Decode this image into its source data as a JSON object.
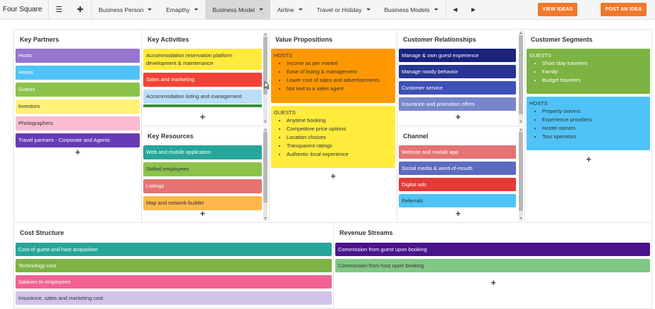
{
  "toolbar": {
    "brand": "Four Square",
    "menus": [
      {
        "label": "Business Person",
        "active": false
      },
      {
        "label": "Emapthy",
        "active": false
      },
      {
        "label": "Business Model",
        "active": true
      },
      {
        "label": "Airline",
        "active": false
      },
      {
        "label": "Travel or Holiday",
        "active": false
      },
      {
        "label": "Business Models",
        "active": false
      }
    ],
    "view_ideas": "VIEW IDEAS",
    "post_idea": "POST AN IDEA"
  },
  "key_partners": {
    "title": "Key Partners",
    "cards": [
      {
        "text": "Hosts",
        "color": "#9575cd"
      },
      {
        "text": "Hotels",
        "color": "#4fc3f7"
      },
      {
        "text": "Guests",
        "color": "#8bc34a"
      },
      {
        "text": "Investors",
        "color": "#fff176"
      },
      {
        "text": "Photographers",
        "color": "#f8bbd0"
      },
      {
        "text": "Travel partners - Corporate and Agents",
        "color": "#673ab7"
      }
    ]
  },
  "key_activities": {
    "title": "Key Activities",
    "cards": [
      {
        "text": "Accommodation reservation platform development & maintenance",
        "color": "#ffeb3b"
      },
      {
        "text": "Sales and marketing",
        "color": "#f44336"
      },
      {
        "text": "Accommodation listing and management",
        "color": "#bbdefb"
      }
    ]
  },
  "key_resources": {
    "title": "Key Resources",
    "cards": [
      {
        "text": "Web and mobile application",
        "color": "#26a69a"
      },
      {
        "text": "Skilled employees",
        "color": "#8bc34a"
      },
      {
        "text": "Listings",
        "color": "#e57373"
      },
      {
        "text": "Map and network builder",
        "color": "#ffb74d"
      }
    ]
  },
  "value_propositions": {
    "title": "Value Propositions",
    "groups": [
      {
        "heading": "HOSTS",
        "color": "#ff9800",
        "items": [
          "Income as per market",
          "Ease of listing & management",
          "Lower cost of sales and advertisements",
          "Not tied to a sales agent"
        ]
      },
      {
        "heading": "GUESTS",
        "color": "#ffeb3b",
        "items": [
          "Anytime booking",
          "Competitive price options",
          "Location choices",
          "Transparent ratings",
          "Authentic local experience"
        ]
      }
    ]
  },
  "customer_relationships": {
    "title": "Customer Relationships",
    "cards": [
      {
        "text": "Manage & own guest experience",
        "color": "#1a237e"
      },
      {
        "text": "Manage rowdy behavior",
        "color": "#283593"
      },
      {
        "text": "Customer service",
        "color": "#3f51b5"
      },
      {
        "text": "Insurance and promotion offers",
        "color": "#7986cb"
      }
    ]
  },
  "channel": {
    "title": "Channel",
    "cards": [
      {
        "text": "Website and mobile app",
        "color": "#e57373"
      },
      {
        "text": "Social media & word-of-mouth",
        "color": "#5c6bc0"
      },
      {
        "text": "Digital ads",
        "color": "#e53935"
      },
      {
        "text": "Referrals",
        "color": "#4fc3f7"
      }
    ]
  },
  "customer_segments": {
    "title": "Customer Segments",
    "groups": [
      {
        "heading": "GUESTS",
        "color": "#7cb342",
        "items": [
          "Short stay travelers",
          "Family",
          "Budget travelers"
        ]
      },
      {
        "heading": "HOSTS",
        "color": "#4fc3f7",
        "items": [
          "Property owners",
          "Experience providers",
          "Hostel owners",
          "Tour operators"
        ]
      }
    ]
  },
  "cost_structure": {
    "title": "Cost Structure",
    "cards": [
      {
        "text": "Cost of guest and host acquisition",
        "color": "#26a69a"
      },
      {
        "text": "Technology cost",
        "color": "#7cb342"
      },
      {
        "text": "Salaries to employees",
        "color": "#f06292"
      },
      {
        "text": "Insurance, sales and marketing cost",
        "color": "#d1c4e9"
      }
    ]
  },
  "revenue_streams": {
    "title": "Revenue Streams",
    "cards": [
      {
        "text": "Commission from guest upon booking",
        "color": "#4a148c"
      },
      {
        "text": "Commission from host upon booking",
        "color": "#81c784"
      }
    ]
  },
  "add_label": "+"
}
